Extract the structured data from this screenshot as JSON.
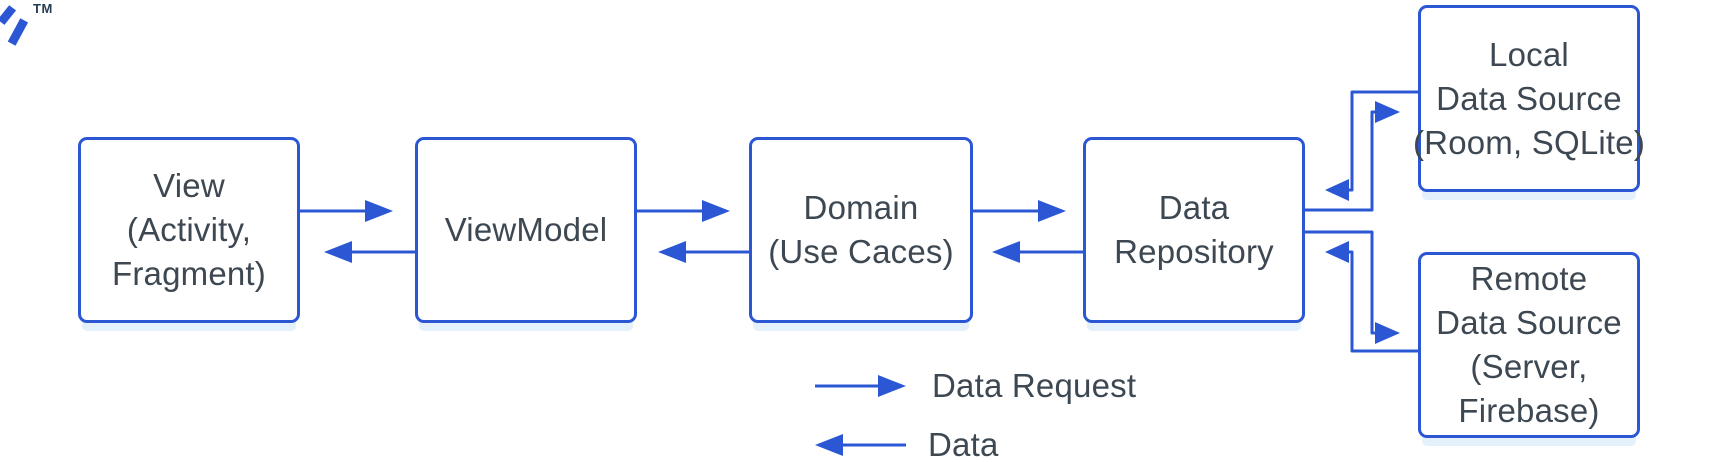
{
  "brand": {
    "trademark": "TM"
  },
  "colors": {
    "accent_blue": "#2b57d4",
    "shadow_blue": "#e4f0fc",
    "text_dark": "#3d4852",
    "tm_color": "#243b53"
  },
  "nodes": {
    "view": {
      "label": "View\n(Activity,\nFragment)"
    },
    "viewmodel": {
      "label": "ViewModel"
    },
    "domain": {
      "label": "Domain\n(Use Caces)"
    },
    "repository": {
      "label": "Data\nRepository"
    },
    "local": {
      "label": "Local\nData Source\n(Room, SQLite)"
    },
    "remote": {
      "label": "Remote\nData Source\n(Server,\nFirebase)"
    }
  },
  "edges": [
    {
      "from": "view",
      "to": "viewmodel",
      "type": "data-request"
    },
    {
      "from": "viewmodel",
      "to": "view",
      "type": "data"
    },
    {
      "from": "viewmodel",
      "to": "domain",
      "type": "data-request"
    },
    {
      "from": "domain",
      "to": "viewmodel",
      "type": "data"
    },
    {
      "from": "domain",
      "to": "repository",
      "type": "data-request"
    },
    {
      "from": "repository",
      "to": "domain",
      "type": "data"
    },
    {
      "from": "repository",
      "to": "local",
      "type": "data-request"
    },
    {
      "from": "local",
      "to": "repository",
      "type": "data"
    },
    {
      "from": "repository",
      "to": "remote",
      "type": "data-request"
    },
    {
      "from": "remote",
      "to": "repository",
      "type": "data"
    }
  ],
  "legend": {
    "request_label": "Data Request",
    "data_label": "Data"
  }
}
